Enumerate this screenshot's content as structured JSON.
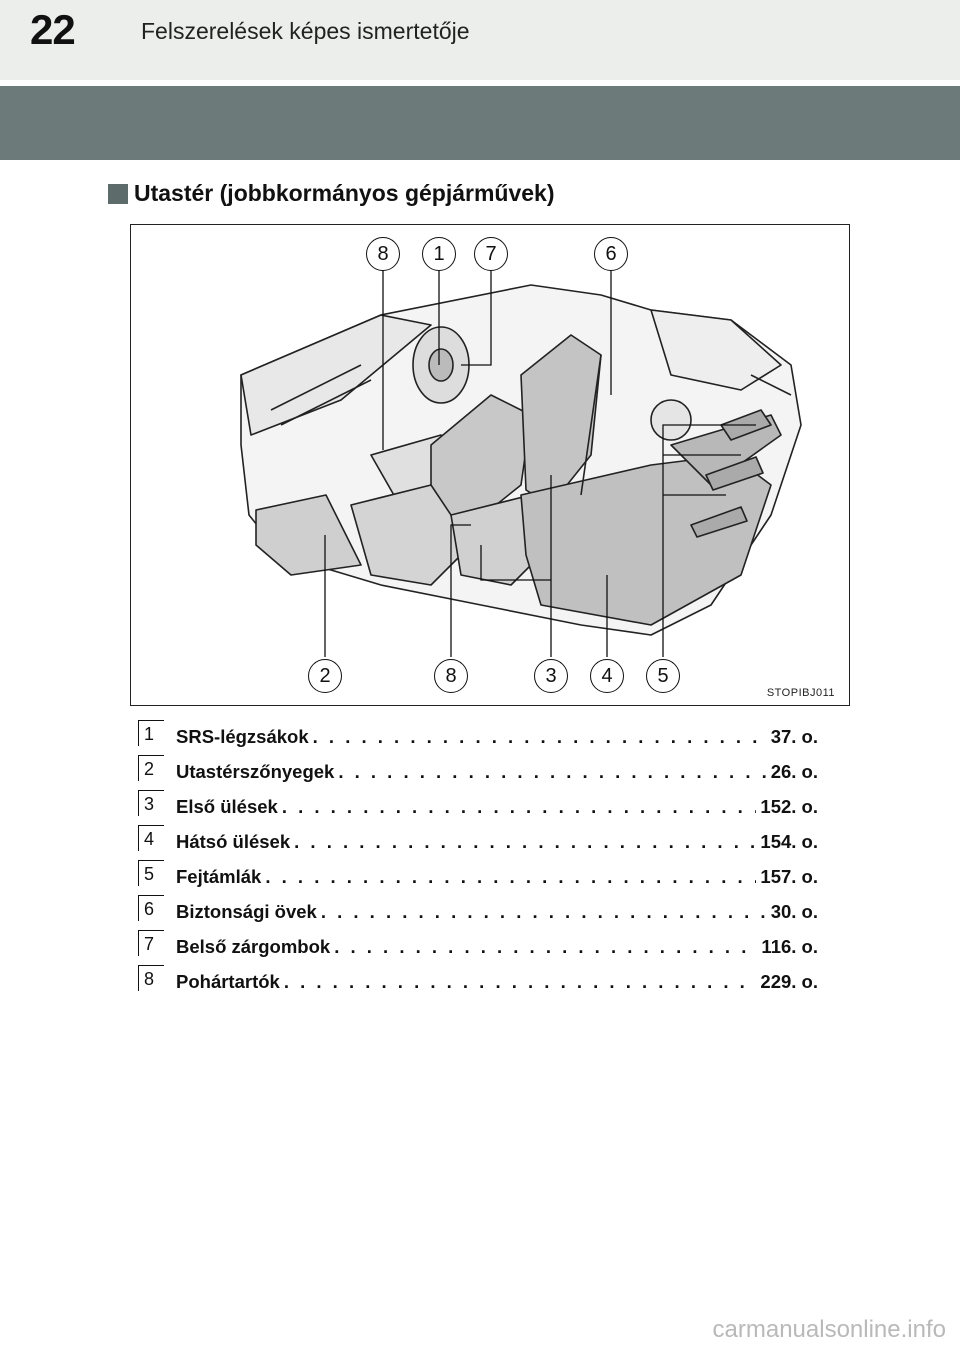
{
  "header": {
    "page_number": "22",
    "title": "Felszerelések képes ismertetője"
  },
  "section": {
    "title": "Utastér (jobbkormányos gépjárművek)"
  },
  "figure": {
    "code": "STOPIBJ011",
    "callouts_top": [
      "8",
      "1",
      "7",
      "6"
    ],
    "callouts_bottom": [
      "2",
      "8",
      "3",
      "4",
      "5"
    ]
  },
  "items": [
    {
      "num": "1",
      "label": "SRS-légzsákok",
      "ref": "37. o."
    },
    {
      "num": "2",
      "label": "Utastérszőnyegek",
      "ref": "26. o."
    },
    {
      "num": "3",
      "label": "Első ülések",
      "ref": "152. o."
    },
    {
      "num": "4",
      "label": "Hátsó ülések",
      "ref": "154. o."
    },
    {
      "num": "5",
      "label": "Fejtámlák",
      "ref": "157. o."
    },
    {
      "num": "6",
      "label": "Biztonsági övek",
      "ref": "30. o."
    },
    {
      "num": "7",
      "label": "Belső zárgombok",
      "ref": "116. o."
    },
    {
      "num": "8",
      "label": "Pohártartók",
      "ref": "229. o."
    }
  ],
  "watermark": "carmanualsonline.info"
}
